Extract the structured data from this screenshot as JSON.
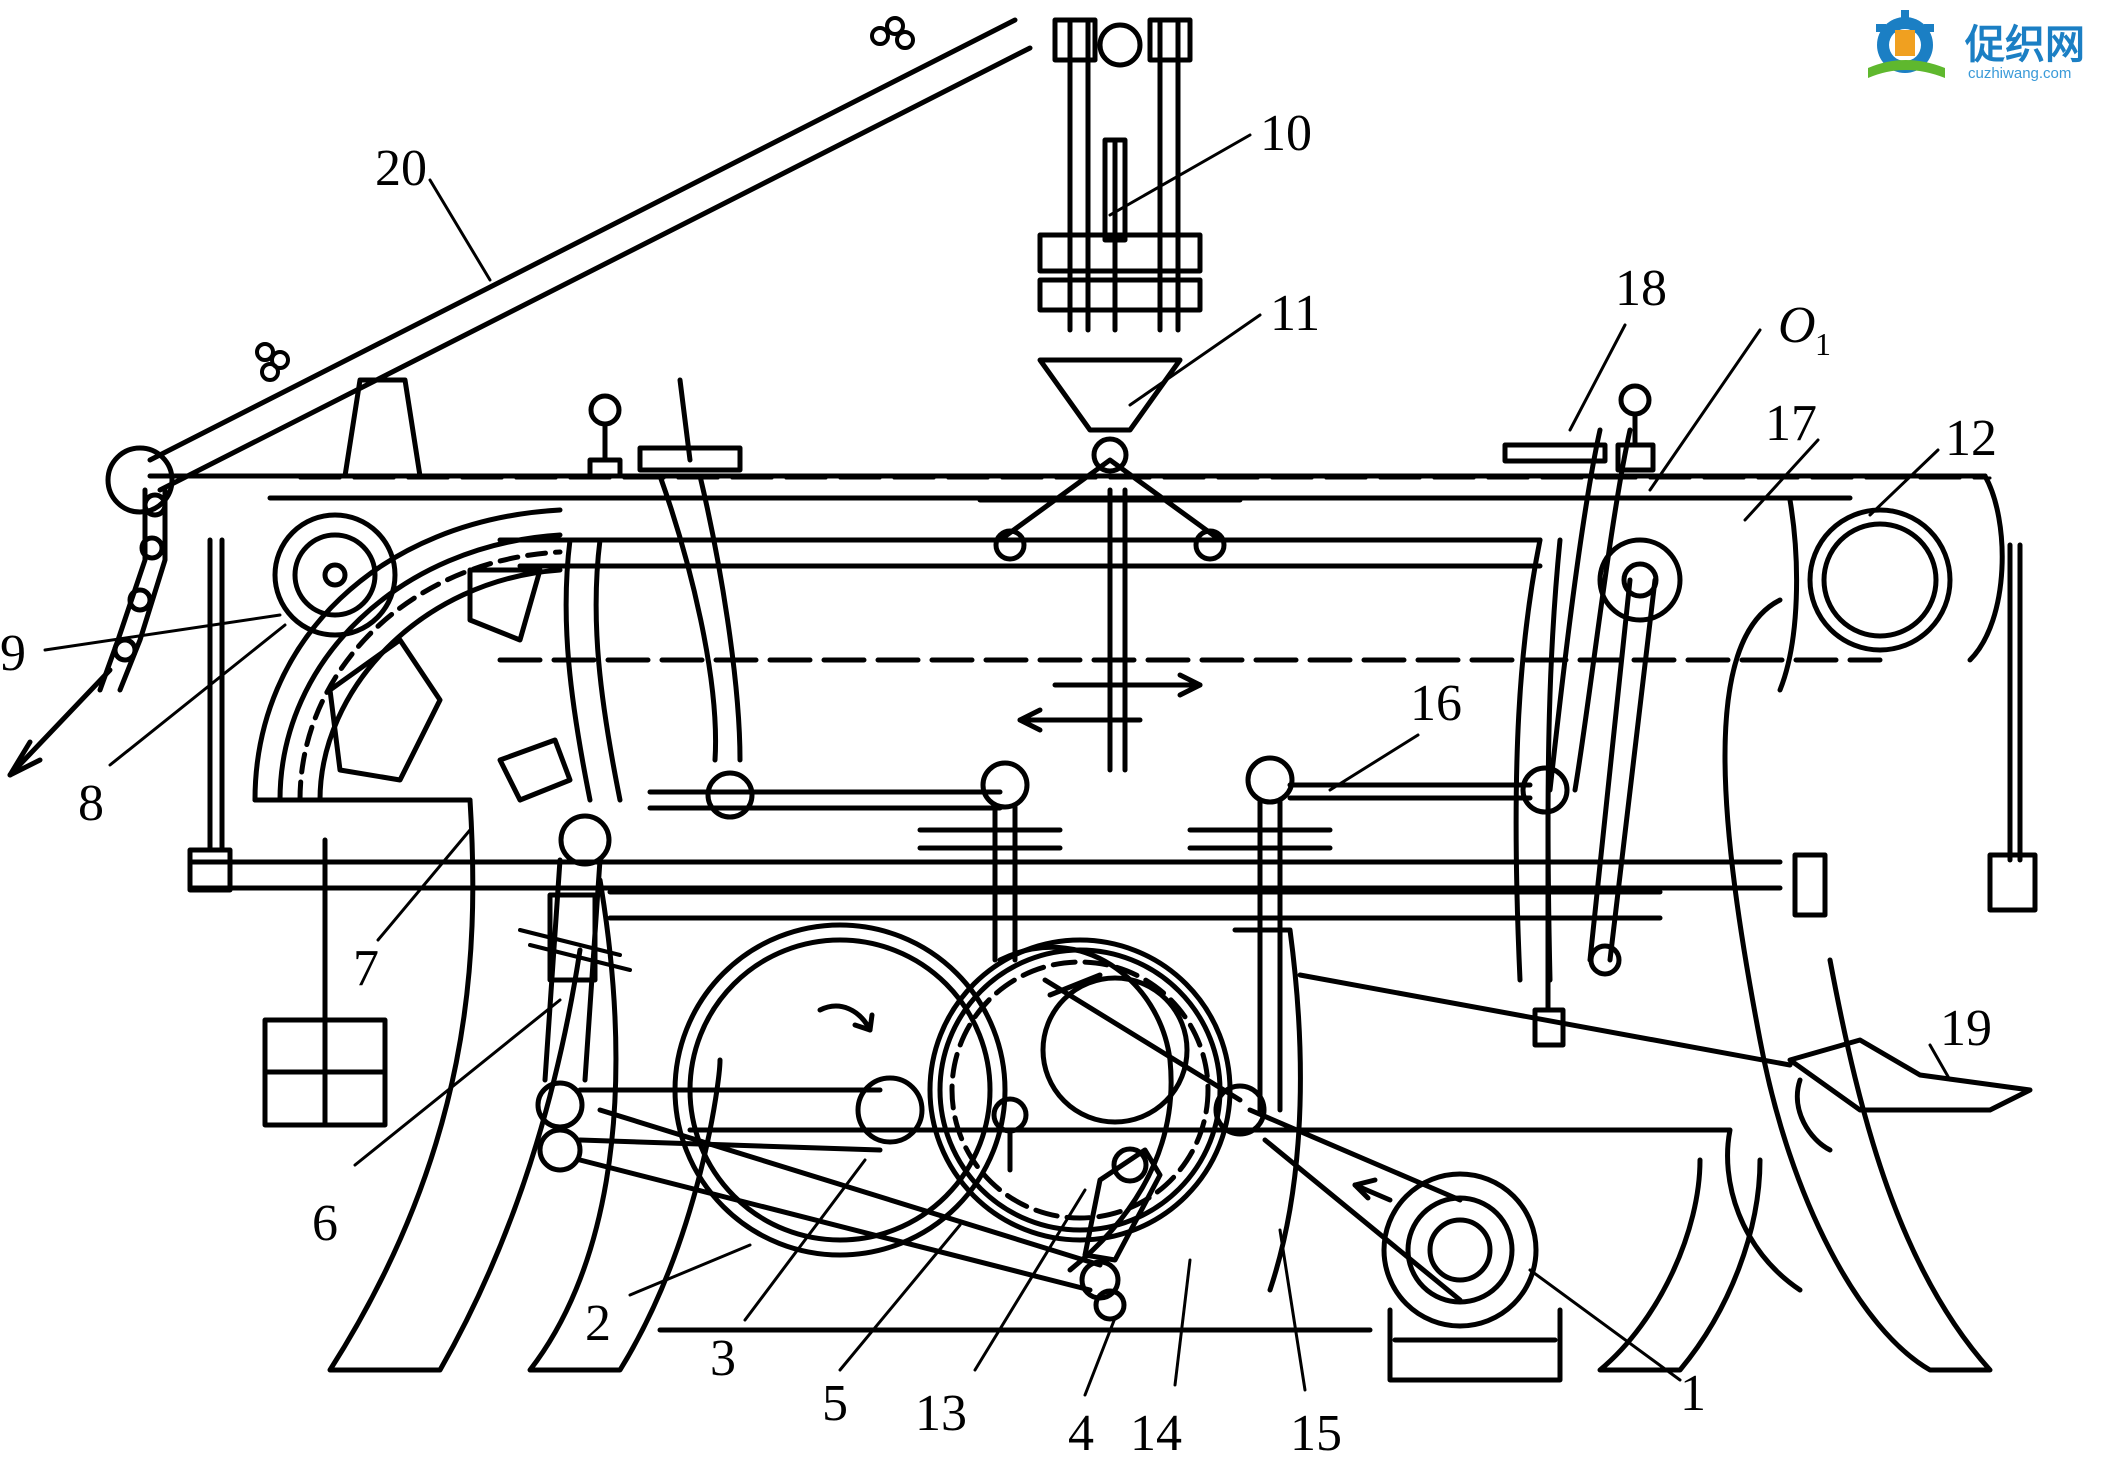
{
  "watermark": {
    "name": "促织网",
    "url": "cuzhiwang.com",
    "colors": {
      "blue": "#1b7fc4",
      "orange": "#f0a020",
      "green": "#5fb82e"
    }
  },
  "part_labels": [
    {
      "id": "1",
      "text": "1"
    },
    {
      "id": "2",
      "text": "2"
    },
    {
      "id": "3",
      "text": "3"
    },
    {
      "id": "4",
      "text": "4"
    },
    {
      "id": "5",
      "text": "5"
    },
    {
      "id": "6",
      "text": "6"
    },
    {
      "id": "7",
      "text": "7"
    },
    {
      "id": "8",
      "text": "8"
    },
    {
      "id": "9",
      "text": "9"
    },
    {
      "id": "10",
      "text": "10"
    },
    {
      "id": "11",
      "text": "11"
    },
    {
      "id": "12",
      "text": "12"
    },
    {
      "id": "13",
      "text": "13"
    },
    {
      "id": "14",
      "text": "14"
    },
    {
      "id": "15",
      "text": "15"
    },
    {
      "id": "16",
      "text": "16"
    },
    {
      "id": "17",
      "text": "17"
    },
    {
      "id": "18",
      "text": "18"
    },
    {
      "id": "19",
      "text": "19"
    },
    {
      "id": "20",
      "text": "20"
    }
  ],
  "pivot_label": {
    "letter": "O",
    "subscript": "1"
  }
}
